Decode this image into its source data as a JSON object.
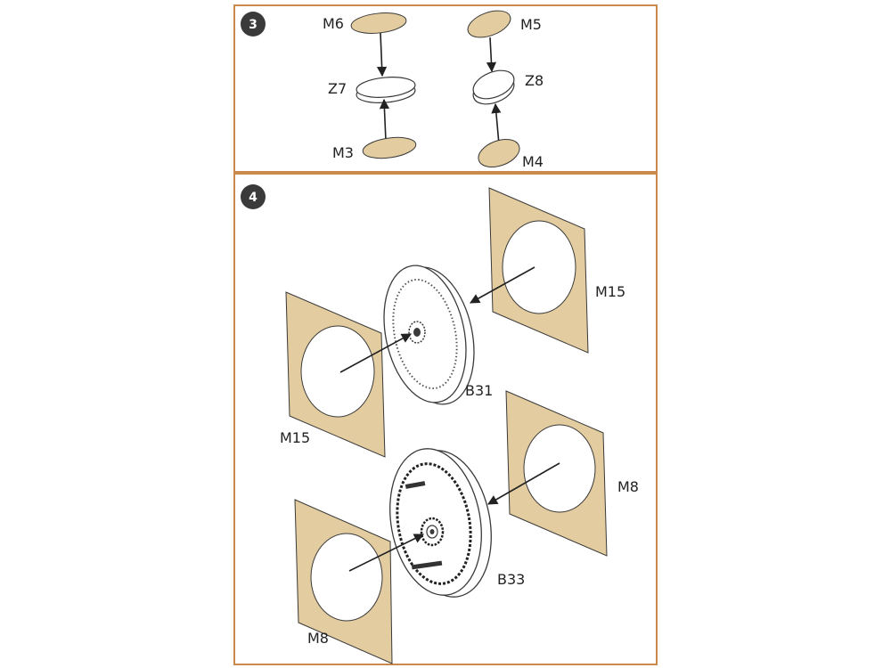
{
  "colors": {
    "border": "#c98a4b",
    "paper": "#e3cc9f",
    "badge": "#3a3a3a",
    "line": "#222222"
  },
  "step3": {
    "number": "3",
    "labels": {
      "m6": "M6",
      "m5": "M5",
      "z7": "Z7",
      "z8": "Z8",
      "m3": "M3",
      "m4": "M4"
    }
  },
  "step4": {
    "number": "4",
    "labels": {
      "m15_top": "M15",
      "m15_left": "M15",
      "b31": "B31",
      "m8_right": "M8",
      "m8_left": "M8",
      "b33": "B33"
    }
  }
}
